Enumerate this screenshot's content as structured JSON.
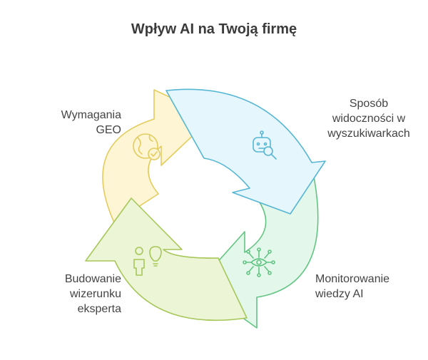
{
  "title": "Wpływ AI na Twoją firmę",
  "segments": [
    {
      "lines": [
        "Wymagania",
        "GEO"
      ],
      "icon": "globe-check-icon",
      "fill": "#fdf5d3",
      "stroke": "#e3cc5d"
    },
    {
      "lines": [
        "Sposób",
        "widoczności w",
        "wyszukiwarkach"
      ],
      "icon": "robot-search-icon",
      "fill": "#e5f6fd",
      "stroke": "#56b6d4"
    },
    {
      "lines": [
        "Monitorowanie",
        "wiedzy AI"
      ],
      "icon": "network-eye-icon",
      "fill": "#e3f8ea",
      "stroke": "#62c483"
    },
    {
      "lines": [
        "Budowanie",
        "wizerunku",
        "eksperta"
      ],
      "icon": "person-idea-icon",
      "fill": "#ecf5d5",
      "stroke": "#a7c75a"
    }
  ]
}
